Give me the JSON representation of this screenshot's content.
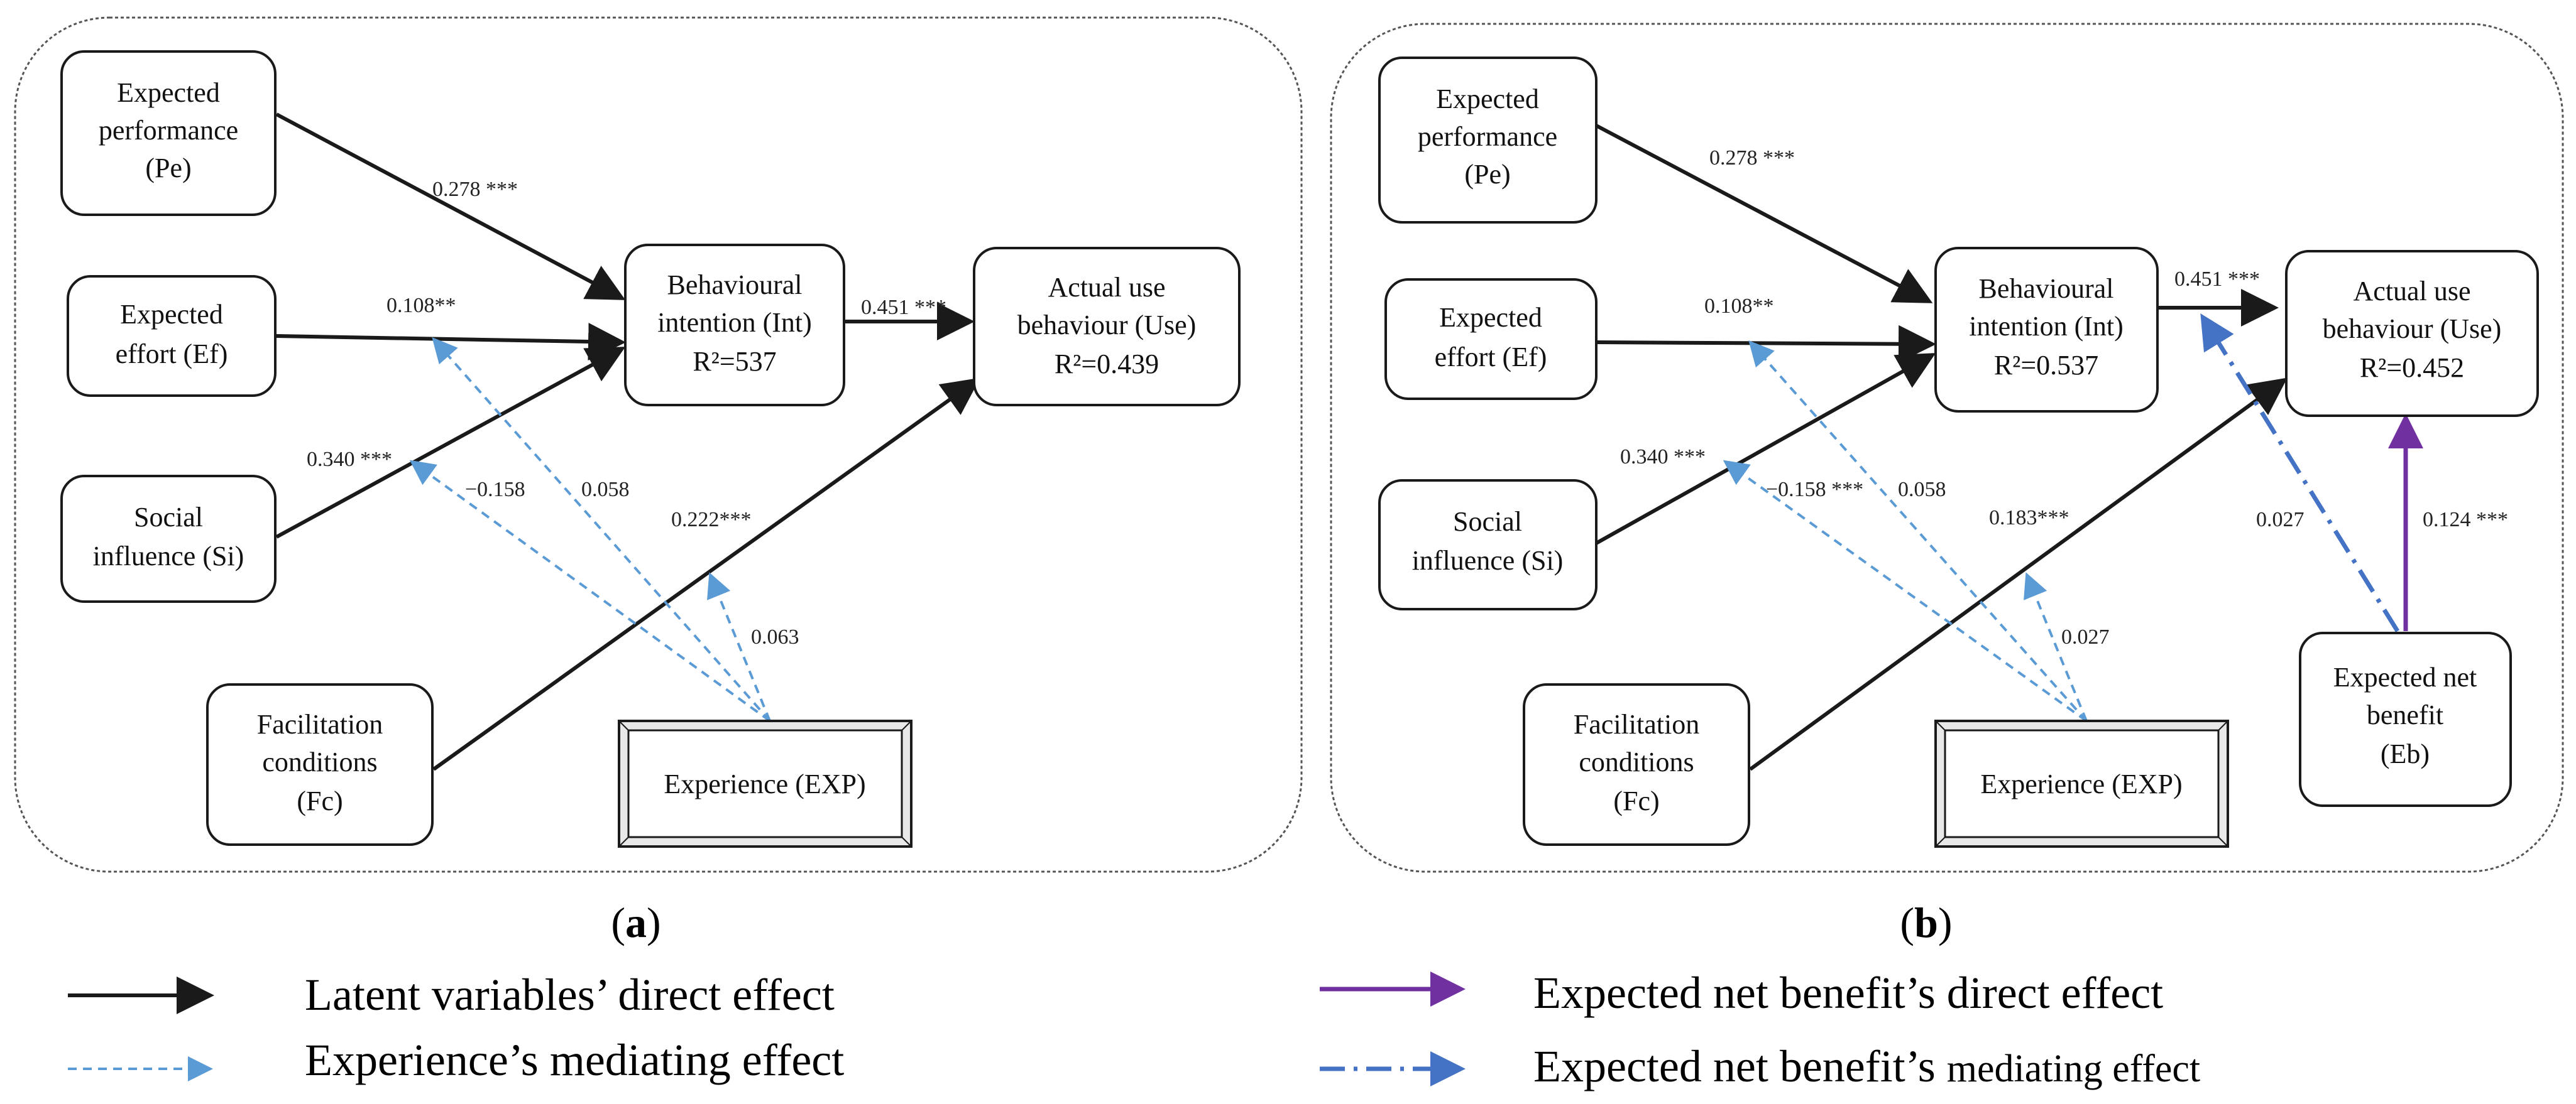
{
  "colors": {
    "direct": "#1a1a1a",
    "experience": "#5b9bd5",
    "benefit_direct": "#7030a0",
    "benefit_mediating": "#4472c4"
  },
  "panel_a": {
    "caption_open": "(",
    "caption_letter": "a",
    "caption_close": ")",
    "nodes": {
      "pe": [
        "Expected",
        "performance",
        "(Pe)"
      ],
      "ef": [
        "Expected",
        "effort (Ef)"
      ],
      "si": [
        "Social",
        "influence (Si)"
      ],
      "fc": [
        "Facilitation",
        "conditions",
        "(Fc)"
      ],
      "int": [
        "Behavioural",
        "intention (Int)",
        "R²=537"
      ],
      "use": [
        "Actual use",
        "behaviour (Use)",
        "R²=0.439"
      ],
      "exp": "Experience (EXP)"
    },
    "coefficients": {
      "pe_int": "0.278 ***",
      "ef_int": "0.108**",
      "si_int": "0.340 ***",
      "int_use": "0.451 ***",
      "fc_use": "0.222***",
      "exp_si": "−0.158",
      "exp_ef": "0.058",
      "exp_fc": "0.063"
    }
  },
  "panel_b": {
    "caption_open": "(",
    "caption_letter": "b",
    "caption_close": ")",
    "nodes": {
      "pe": [
        "Expected",
        "performance",
        "(Pe)"
      ],
      "ef": [
        "Expected",
        "effort (Ef)"
      ],
      "si": [
        "Social",
        "influence (Si)"
      ],
      "fc": [
        "Facilitation",
        "conditions",
        "(Fc)"
      ],
      "int": [
        "Behavioural",
        "intention (Int)",
        "R²=0.537"
      ],
      "use": [
        "Actual use",
        "behaviour (Use)",
        "R²=0.452"
      ],
      "exp": "Experience (EXP)",
      "eb": [
        "Expected net",
        "benefit",
        "(Eb)"
      ]
    },
    "coefficients": {
      "pe_int": "0.278 ***",
      "ef_int": "0.108**",
      "si_int": "0.340 ***",
      "int_use": "0.451 ***",
      "fc_use": "0.183***",
      "exp_si": "−0.158 ***",
      "exp_ef": "0.058",
      "exp_fc": "0.027",
      "eb_use": "0.124 ***",
      "eb_int": "0.027"
    }
  },
  "legend": {
    "direct": "Latent variables’ direct effect",
    "experience": "Experience’s mediating effect",
    "benefit_direct": "Expected net benefit’s direct effect",
    "benefit_mediating_main": "Expected net benefit’s ",
    "benefit_mediating_tail": "mediating effect"
  }
}
